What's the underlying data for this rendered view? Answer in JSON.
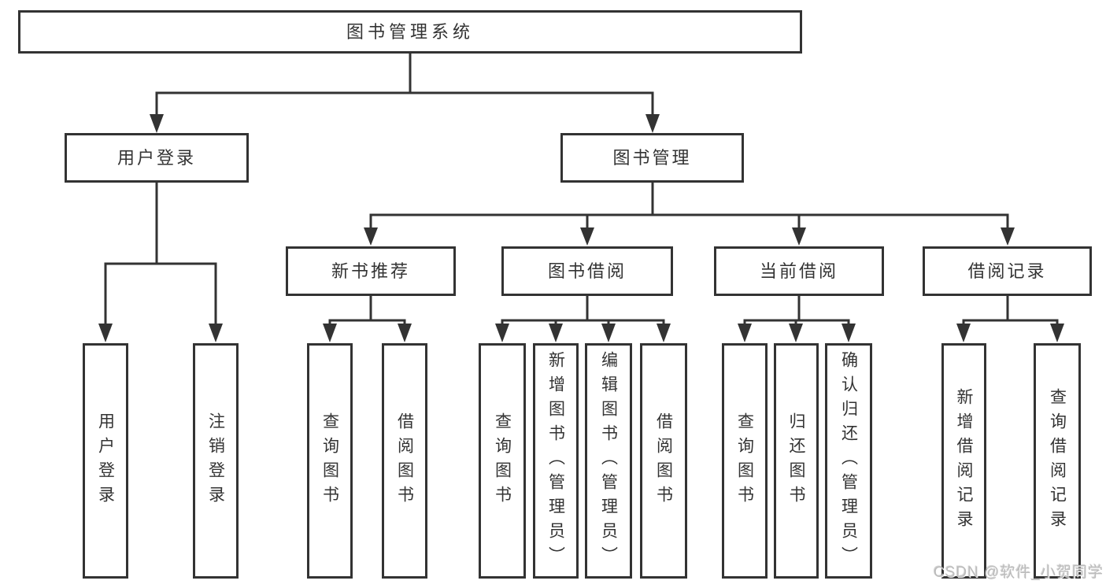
{
  "tree": {
    "root": "图书管理系统",
    "children": [
      {
        "label": "用户登录",
        "children": [
          {
            "label": "用户登录"
          },
          {
            "label": "注销登录"
          }
        ]
      },
      {
        "label": "图书管理",
        "children": [
          {
            "label": "新书推荐",
            "children": [
              {
                "label": "查询图书"
              },
              {
                "label": "借阅图书"
              }
            ]
          },
          {
            "label": "图书借阅",
            "children": [
              {
                "label": "查询图书"
              },
              {
                "label": "新增图书（管理员）"
              },
              {
                "label": "编辑图书（管理员）"
              },
              {
                "label": "借阅图书"
              }
            ]
          },
          {
            "label": "当前借阅",
            "children": [
              {
                "label": "查询图书"
              },
              {
                "label": "归还图书"
              },
              {
                "label": "确认归还（管理员）"
              }
            ]
          },
          {
            "label": "借阅记录",
            "children": [
              {
                "label": "新增借阅记录"
              },
              {
                "label": "查询借阅记录"
              }
            ]
          }
        ]
      }
    ]
  },
  "watermark": {
    "text": "CSDN @软件_小贺同学"
  },
  "colors": {
    "line": "#333333",
    "text": "#333333",
    "watermark": "#bcbcbc",
    "background": "#ffffff"
  }
}
